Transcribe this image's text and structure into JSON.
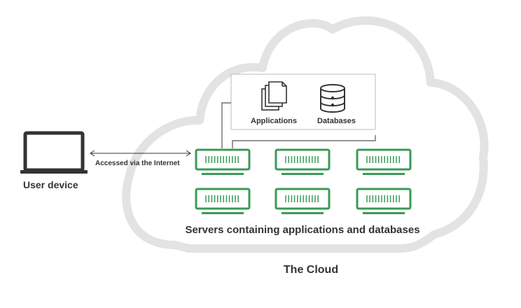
{
  "labels": {
    "user_device": "User device",
    "connection": "Accessed via the Internet",
    "applications": "Applications",
    "databases": "Databases",
    "servers": "Servers containing applications and databases",
    "cloud": "The Cloud"
  },
  "icons": {
    "user_device": "laptop-icon",
    "applications": "documents-stack-icon",
    "databases": "database-icon",
    "servers": "server-rack-icon",
    "connection": "double-arrow-icon"
  },
  "colors": {
    "cloud_outline": "#e3e3e3",
    "server_green": "#3a9b55",
    "icon_dark": "#333333",
    "box_border": "#bbbbbb"
  }
}
